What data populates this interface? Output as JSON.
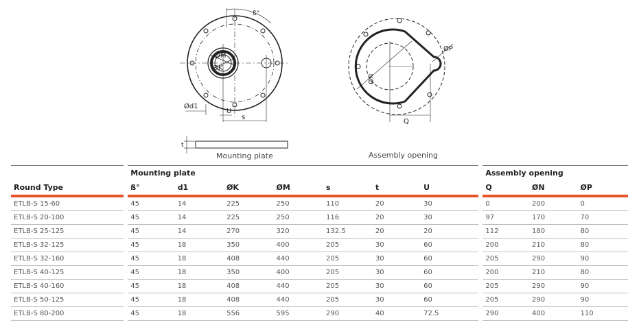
{
  "drawings": {
    "plate_labels": {
      "beta": "ß°",
      "m": "ØM",
      "k": "ØK",
      "d1": "Ød1",
      "u": "U",
      "s": "s",
      "t": "t"
    },
    "opening_labels": {
      "p": "ØP",
      "n": "ØN",
      "q": "Q"
    },
    "caption_mounting": "Mounting plate",
    "caption_assembly": "Assembly opening"
  },
  "table": {
    "groups": {
      "mounting": "Mounting plate",
      "assembly": "Assembly opening"
    },
    "headers": [
      "Round Type",
      "ß°",
      "d1",
      "ØK",
      "ØM",
      "s",
      "t",
      "U",
      "Q",
      "ØN",
      "ØP"
    ],
    "rows": [
      [
        "ETLB-S 15-60",
        "45",
        "14",
        "225",
        "250",
        "110",
        "20",
        "30",
        "0",
        "200",
        "0"
      ],
      [
        "ETLB-S 20-100",
        "45",
        "14",
        "225",
        "250",
        "116",
        "20",
        "30",
        "97",
        "170",
        "70"
      ],
      [
        "ETLB-S 25-125",
        "45",
        "14",
        "270",
        "320",
        "132.5",
        "20",
        "20",
        "112",
        "180",
        "80"
      ],
      [
        "ETLB-S 32-125",
        "45",
        "18",
        "350",
        "400",
        "205",
        "30",
        "60",
        "200",
        "210",
        "80"
      ],
      [
        "ETLB-S 32-160",
        "45",
        "18",
        "408",
        "440",
        "205",
        "30",
        "60",
        "205",
        "290",
        "90"
      ],
      [
        "ETLB-S 40-125",
        "45",
        "18",
        "350",
        "400",
        "205",
        "30",
        "60",
        "200",
        "210",
        "80"
      ],
      [
        "ETLB-S 40-160",
        "45",
        "18",
        "408",
        "440",
        "205",
        "30",
        "60",
        "205",
        "290",
        "90"
      ],
      [
        "ETLB-S 50-125",
        "45",
        "18",
        "408",
        "440",
        "205",
        "30",
        "60",
        "205",
        "290",
        "90"
      ],
      [
        "ETLB-S 80-200",
        "45",
        "18",
        "556",
        "595",
        "290",
        "40",
        "72.5",
        "290",
        "400",
        "110"
      ]
    ]
  },
  "colors": {
    "accent": "#e65427"
  }
}
